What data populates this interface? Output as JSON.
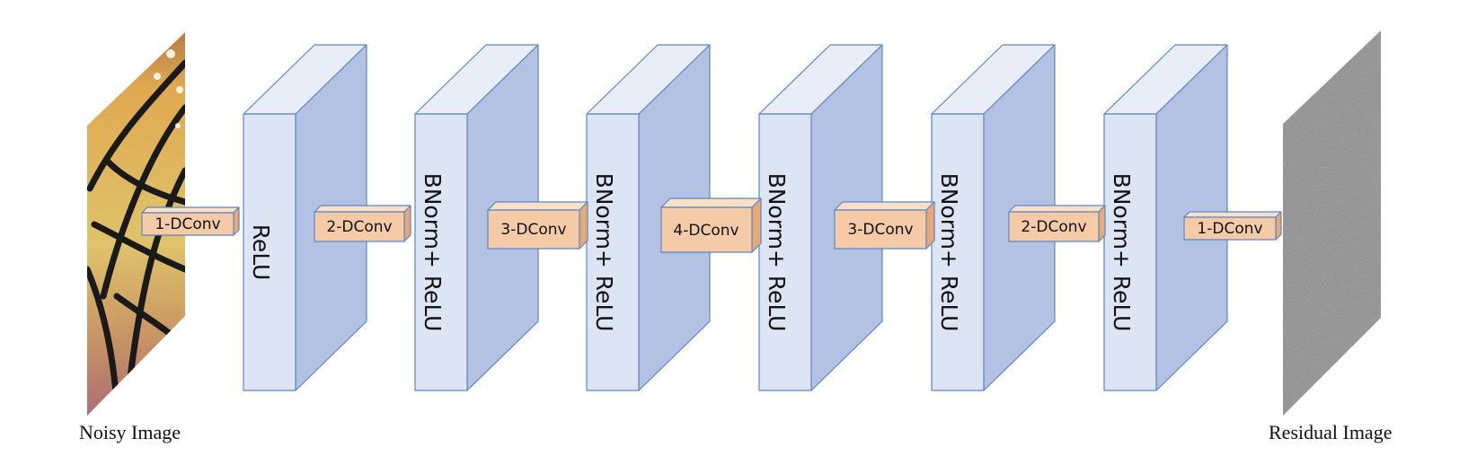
{
  "diagram": {
    "input_caption": "Noisy Image",
    "output_caption": "Residual Image",
    "blocks": [
      {
        "label": "ReLU"
      },
      {
        "label": "BNorm+ ReLU"
      },
      {
        "label": "BNorm+ ReLU"
      },
      {
        "label": "BNorm+ ReLU"
      },
      {
        "label": "BNorm+ ReLU"
      },
      {
        "label": "BNorm+ ReLU"
      }
    ],
    "convs": [
      {
        "label": "1-DConv"
      },
      {
        "label": "2-DConv"
      },
      {
        "label": "3-DConv"
      },
      {
        "label": "4-DConv"
      },
      {
        "label": "3-DConv"
      },
      {
        "label": "2-DConv"
      },
      {
        "label": "1-DConv"
      }
    ]
  },
  "colors": {
    "block_front": "#dde4f3",
    "block_side": "#b3c2e3",
    "block_top": "#e8edf8",
    "block_stroke": "#5b87c5",
    "conv_front": "#f5cba7",
    "conv_side": "#e8a978",
    "conv_top": "#fbe0c8",
    "conv_stroke": "#5b87c5"
  }
}
